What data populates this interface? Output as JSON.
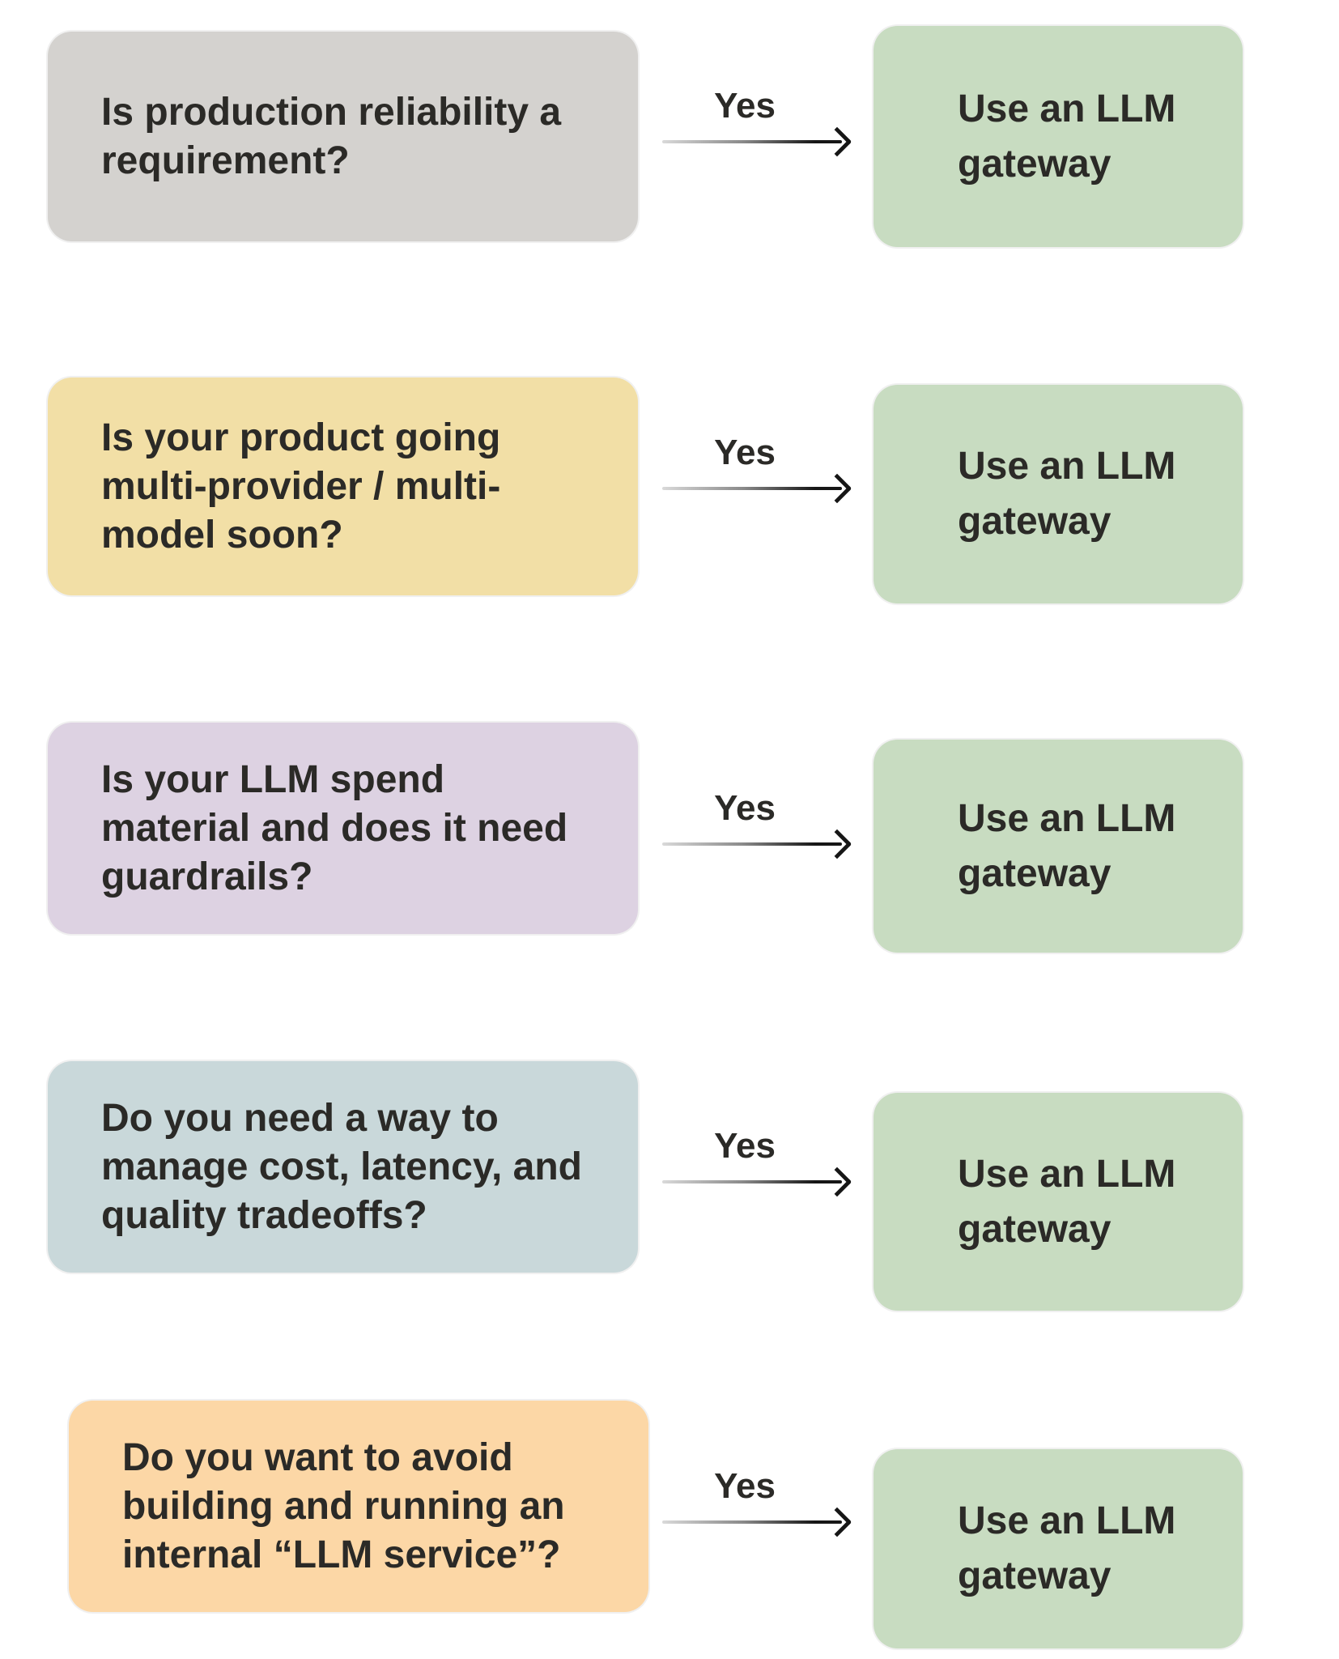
{
  "diagram": {
    "background": "#ffffff",
    "text_color": "#2b2a27",
    "arrow_gradient_start": "#d9d9d9",
    "arrow_gradient_end": "#161616",
    "result_color": "#c8dcc1",
    "rows": [
      {
        "question": "Is production reliability a\nrequirement?",
        "question_color": "#d4d2cf",
        "answer": "Yes",
        "result": "Use an LLM\ngateway",
        "result_color": "#c8dcc1"
      },
      {
        "question": "Is your product going\nmulti-provider / multi-\nmodel soon?",
        "question_color": "#f2dfa6",
        "answer": "Yes",
        "result": "Use an LLM\ngateway",
        "result_color": "#c8dcc1"
      },
      {
        "question": "Is your LLM spend\nmaterial and does it need\nguardrails?",
        "question_color": "#ddd2e2",
        "answer": "Yes",
        "result": "Use an LLM\ngateway",
        "result_color": "#c8dcc1"
      },
      {
        "question": "Do you need a way to\nmanage cost, latency, and\nquality tradeoffs?",
        "question_color": "#c9d8da",
        "answer": "Yes",
        "result": "Use an LLM\ngateway",
        "result_color": "#c8dcc1"
      },
      {
        "question": "Do you want to avoid\nbuilding and running an\ninternal “LLM service”?",
        "question_color": "#fcd7a6",
        "answer": "Yes",
        "result": "Use an LLM\ngateway",
        "result_color": "#c8dcc1"
      }
    ]
  }
}
